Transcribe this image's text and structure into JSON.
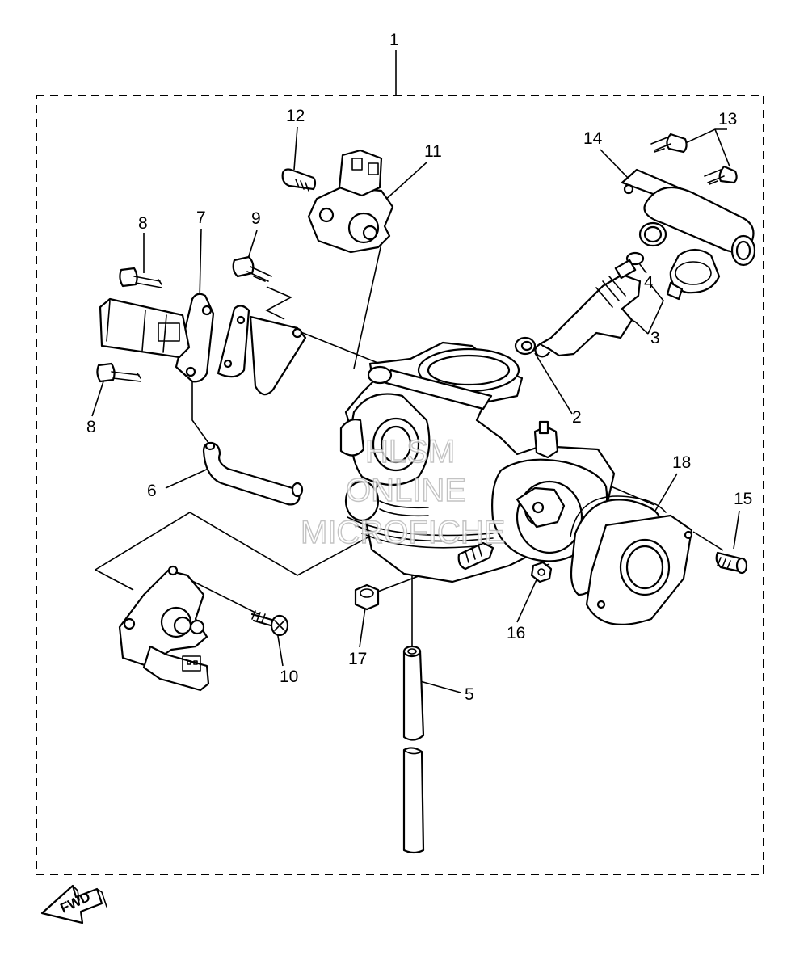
{
  "diagram": {
    "assembly_label": "1",
    "callouts": [
      {
        "id": "p2",
        "label": "2"
      },
      {
        "id": "p3",
        "label": "3"
      },
      {
        "id": "p4",
        "label": "4"
      },
      {
        "id": "p5",
        "label": "5"
      },
      {
        "id": "p6",
        "label": "6"
      },
      {
        "id": "p7",
        "label": "7"
      },
      {
        "id": "p8a",
        "label": "8"
      },
      {
        "id": "p8b",
        "label": "8"
      },
      {
        "id": "p9",
        "label": "9"
      },
      {
        "id": "p10",
        "label": "10"
      },
      {
        "id": "p11",
        "label": "11"
      },
      {
        "id": "p12",
        "label": "12"
      },
      {
        "id": "p13",
        "label": "13"
      },
      {
        "id": "p14",
        "label": "14"
      },
      {
        "id": "p15",
        "label": "15"
      },
      {
        "id": "p16",
        "label": "16"
      },
      {
        "id": "p17",
        "label": "17"
      },
      {
        "id": "p18",
        "label": "18"
      }
    ],
    "watermark": [
      "HLSM",
      "ONLINE",
      "MICROFICHE"
    ],
    "direction_badge": "FWD"
  }
}
